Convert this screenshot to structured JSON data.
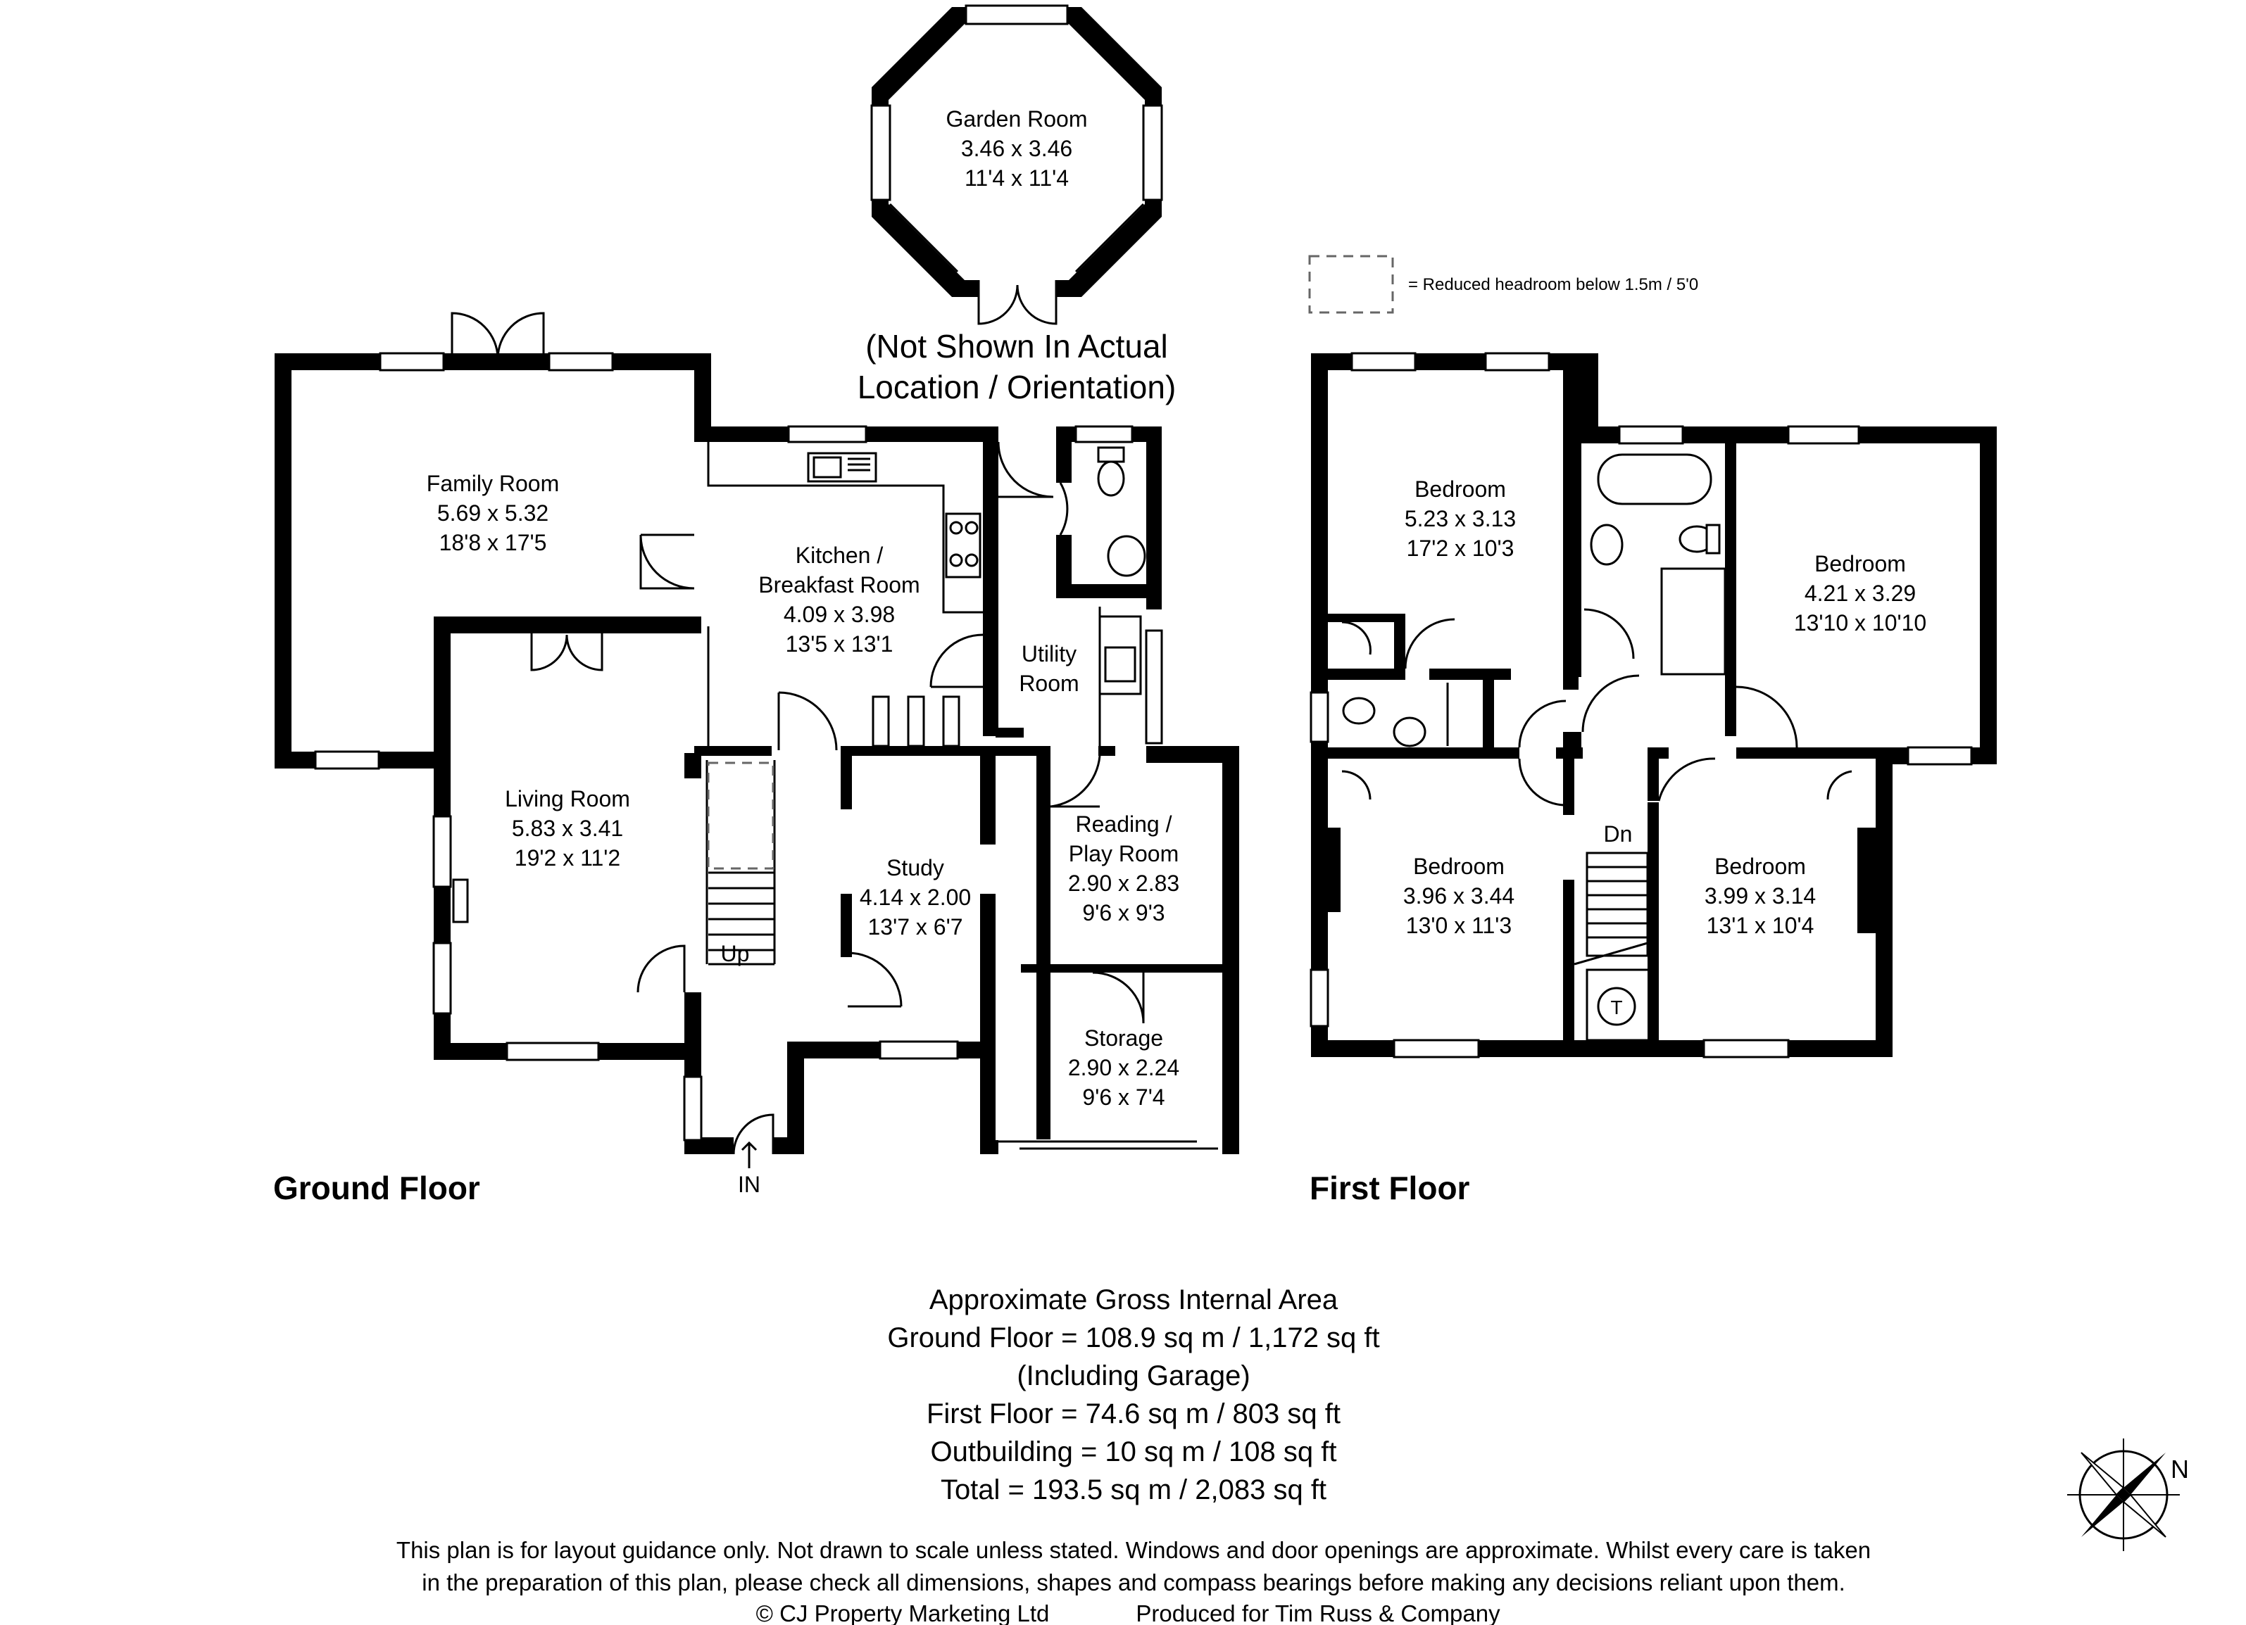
{
  "legend": {
    "text": "= Reduced headroom below 1.5m / 5'0"
  },
  "outbuilding_note": [
    "(Not Shown In Actual",
    "Location / Orientation)"
  ],
  "floors": {
    "ground": "Ground Floor",
    "first": "First Floor"
  },
  "rooms": {
    "garden_room": {
      "name": "Garden  Room",
      "metric": "3.46 x 3.46",
      "imperial": "11'4 x 11'4"
    },
    "family_room": {
      "name": "Family Room",
      "metric": "5.69 x 5.32",
      "imperial": "18'8 x 17'5"
    },
    "kitchen": {
      "name_1": "Kitchen /",
      "name_2": "Breakfast Room",
      "metric": "4.09 x 3.98",
      "imperial": "13'5 x 13'1"
    },
    "utility": {
      "name_1": "Utility",
      "name_2": "Room"
    },
    "living_room": {
      "name": "Living Room",
      "metric": "5.83 x 3.41",
      "imperial": "19'2 x 11'2"
    },
    "study": {
      "name": "Study",
      "metric": "4.14 x 2.00",
      "imperial": "13'7 x 6'7"
    },
    "reading": {
      "name_1": "Reading /",
      "name_2": "Play Room",
      "metric": "2.90 x 2.83",
      "imperial": "9'6 x 9'3"
    },
    "storage": {
      "name": "Storage",
      "metric": "2.90 x 2.24",
      "imperial": "9'6 x 7'4"
    },
    "bedroom_1": {
      "name": "Bedroom",
      "metric": "5.23 x 3.13",
      "imperial": "17'2 x 10'3"
    },
    "bedroom_2": {
      "name": "Bedroom",
      "metric": "4.21 x 3.29",
      "imperial": "13'10 x 10'10"
    },
    "bedroom_3": {
      "name": "Bedroom",
      "metric": "3.96 x 3.44",
      "imperial": "13'0 x 11'3"
    },
    "bedroom_4": {
      "name": "Bedroom",
      "metric": "3.99 x 3.14",
      "imperial": "13'1 x 10'4"
    }
  },
  "labels": {
    "up": "Up",
    "dn": "Dn",
    "in": "IN",
    "tank": "T",
    "north": "N"
  },
  "area": {
    "title": "Approximate Gross Internal Area",
    "ground": "Ground Floor = 108.9 sq m / 1,172 sq ft",
    "ground_note": "(Including Garage)",
    "first": "First Floor = 74.6 sq m / 803 sq ft",
    "outbuilding": "Outbuilding = 10 sq m / 108 sq ft",
    "total": "Total = 193.5 sq m / 2,083 sq ft"
  },
  "disclaimer": {
    "line1": "This plan is for layout guidance only. Not drawn to scale unless stated. Windows and door openings are approximate. Whilst every care is taken",
    "line2": "in the preparation of this plan, please check all dimensions, shapes and compass bearings before making any decisions reliant upon them.",
    "copyright": "© CJ Property Marketing Ltd",
    "produced": "Produced for Tim Russ & Company"
  }
}
